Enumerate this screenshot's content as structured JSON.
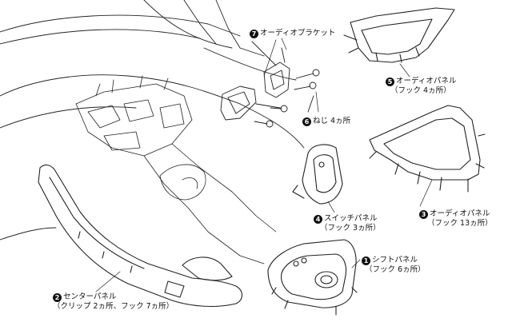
{
  "callouts": [
    {
      "num": "1",
      "name": "シフトパネル",
      "detail": "（フック 6ヵ所）"
    },
    {
      "num": "2",
      "name": "センターパネル",
      "detail": "（クリップ 2ヵ所、フック 7ヵ所）"
    },
    {
      "num": "3",
      "name": "オーディオパネル",
      "detail": "（フック 13ヵ所）"
    },
    {
      "num": "4",
      "name": "スイッチパネル",
      "detail": "（フック 3ヵ所）"
    },
    {
      "num": "5",
      "name": "オーディオパネル",
      "detail": "（フック 4ヵ所）"
    },
    {
      "num": "6",
      "name": "ねじ 4ヵ所",
      "detail": ""
    },
    {
      "num": "7",
      "name": "オーディオブラケット",
      "detail": ""
    }
  ]
}
